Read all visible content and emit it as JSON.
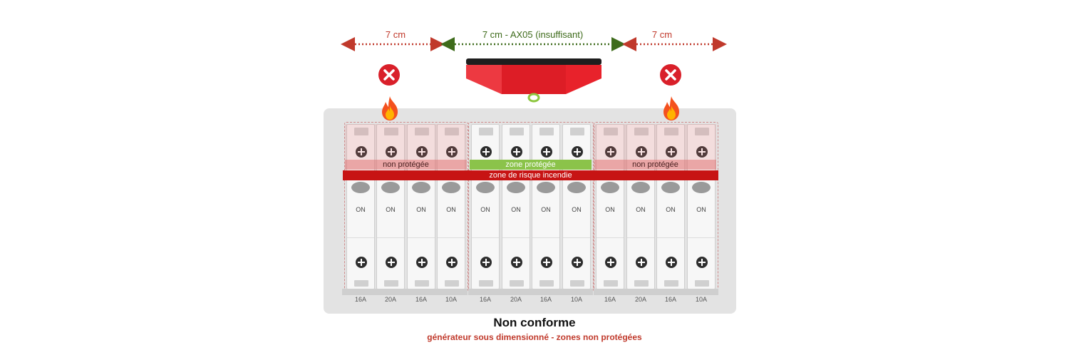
{
  "dimensions": {
    "left": {
      "label": "7 cm"
    },
    "center": {
      "label": "7 cm - AX05 (insuffisant)"
    },
    "right": {
      "label": "7 cm"
    }
  },
  "zones": {
    "left_label": "non protégée",
    "center_label": "zone protégée",
    "right_label": "non protégée",
    "risk_label": "zone de risque incendie"
  },
  "breakers": [
    {
      "state": "ON",
      "rating": "16A"
    },
    {
      "state": "ON",
      "rating": "20A"
    },
    {
      "state": "ON",
      "rating": "16A"
    },
    {
      "state": "ON",
      "rating": "10A"
    },
    {
      "state": "ON",
      "rating": "16A"
    },
    {
      "state": "ON",
      "rating": "20A"
    },
    {
      "state": "ON",
      "rating": "16A"
    },
    {
      "state": "ON",
      "rating": "10A"
    },
    {
      "state": "ON",
      "rating": "16A"
    },
    {
      "state": "ON",
      "rating": "20A"
    },
    {
      "state": "ON",
      "rating": "16A"
    },
    {
      "state": "ON",
      "rating": "10A"
    }
  ],
  "icons": {
    "not_ok": "x-circle-icon",
    "fire": "flame-icon",
    "generator": "generator-icon"
  },
  "colors": {
    "danger": "#c71414",
    "ok": "#8bc34a",
    "dimension_red": "#c0392b",
    "dimension_green": "#3e6b1b",
    "generator": "#e8222b"
  },
  "verdict": {
    "title": "Non conforme",
    "subtitle": "générateur sous dimensionné - zones non protégées"
  }
}
